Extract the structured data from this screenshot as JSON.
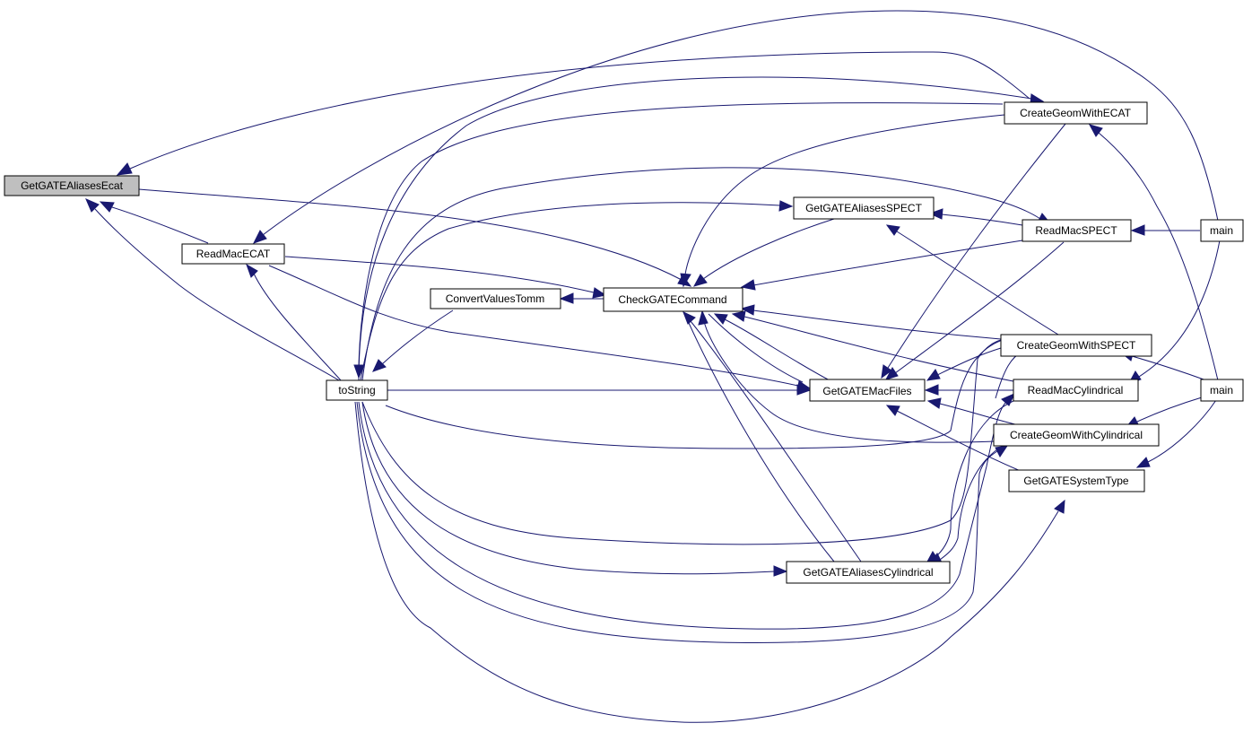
{
  "nodes": {
    "get_gate_aliases_ecat": {
      "label": "GetGATEAliasesEcat",
      "highlighted": true
    },
    "read_mac_ecat": {
      "label": "ReadMacECAT"
    },
    "to_string": {
      "label": "toString"
    },
    "convert_values_tomm": {
      "label": "ConvertValuesTomm"
    },
    "check_gate_command": {
      "label": "CheckGATECommand"
    },
    "get_gate_aliases_spect": {
      "label": "GetGATEAliasesSPECT"
    },
    "get_gate_mac_files": {
      "label": "GetGATEMacFiles"
    },
    "get_gate_aliases_cylindrical": {
      "label": "GetGATEAliasesCylindrical"
    },
    "create_geom_with_ecat": {
      "label": "CreateGeomWithECAT"
    },
    "read_mac_spect": {
      "label": "ReadMacSPECT"
    },
    "create_geom_with_spect": {
      "label": "CreateGeomWithSPECT"
    },
    "read_mac_cylindrical": {
      "label": "ReadMacCylindrical"
    },
    "create_geom_with_cylindrical": {
      "label": "CreateGeomWithCylindrical"
    },
    "get_gate_system_type": {
      "label": "GetGATESystemType"
    },
    "main_1": {
      "label": "main"
    },
    "main_2": {
      "label": "main"
    }
  },
  "colors": {
    "edge": "#191970",
    "node_fill": "#ffffff",
    "highlight_fill": "#bfbfbf",
    "node_border": "#000000"
  }
}
